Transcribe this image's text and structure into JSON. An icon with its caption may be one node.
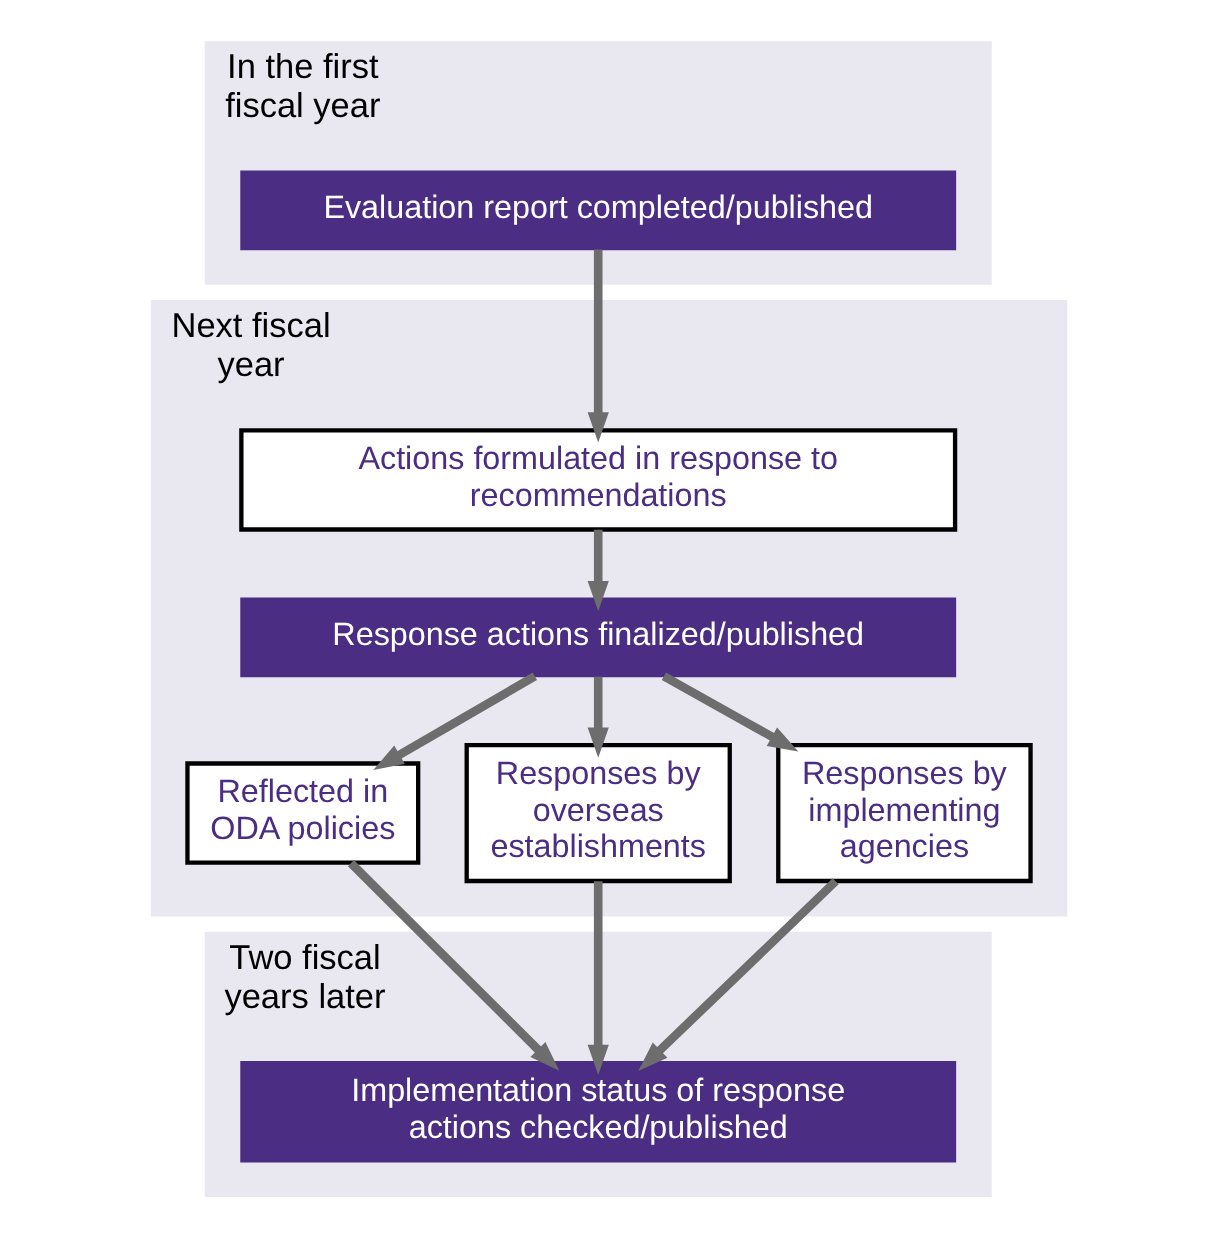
{
  "diagram": {
    "nodes": [
      {
        "text": [
          "In the first fiscal year"
        ]
      },
      {
        "text": [
          "Evaluation report completed/published"
        ],
        "in": 0
      },
      {
        "text": [
          "Next fiscal year"
        ]
      },
      {
        "text": [
          "Actions formulated in response to recommendations"
        ],
        "in": 2
      },
      {
        "text": [
          "Response actions finalized/published"
        ],
        "in": 2
      },
      {
        "text": [
          "Reflected in ODA policies"
        ],
        "in": 2
      },
      {
        "text": [
          "Responses by overseas establishments"
        ],
        "in": 2
      },
      {
        "text": [
          "Responses by implementing agencies"
        ],
        "in": 2
      },
      {
        "text": [
          "Two fiscal years later"
        ]
      },
      {
        "text": [
          "Implementation status of response actions checked/published"
        ],
        "in": 8
      }
    ],
    "edges": [
      {
        "from": 1,
        "to": 3,
        "arrow": "to"
      },
      {
        "from": 3,
        "to": 4,
        "arrow": "to"
      },
      {
        "from": 4,
        "to": 5,
        "arrow": "to"
      },
      {
        "from": 4,
        "to": 6,
        "arrow": "to"
      },
      {
        "from": 4,
        "to": 7,
        "arrow": "to"
      },
      {
        "from": 5,
        "to": 9,
        "arrow": "to"
      },
      {
        "from": 6,
        "to": 9,
        "arrow": "to"
      },
      {
        "from": 7,
        "to": 9,
        "arrow": "to"
      }
    ]
  }
}
